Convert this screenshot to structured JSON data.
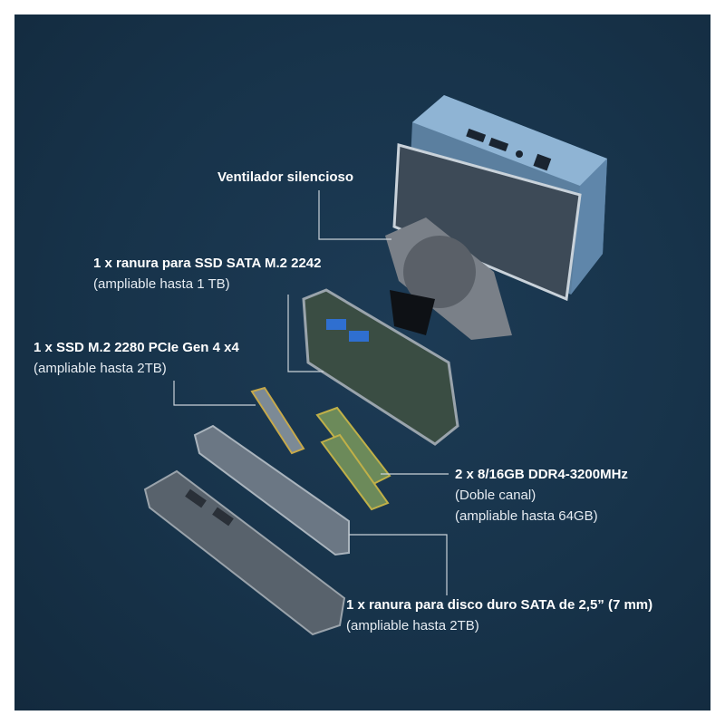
{
  "colors": {
    "background": "#17334a",
    "case": "#7fa6c8",
    "text": "#ffffff"
  },
  "callouts": [
    {
      "title": "Ventilador silencioso",
      "notes": []
    },
    {
      "title": "1 x ranura para SSD SATA M.2 2242",
      "notes": [
        "(ampliable hasta 1 TB)"
      ]
    },
    {
      "title": "1 x SSD M.2 2280 PCIe Gen 4 x4",
      "notes": [
        "(ampliable hasta 2TB)"
      ]
    },
    {
      "title": "2 x 8/16GB DDR4-3200MHz",
      "notes": [
        "(Doble canal)",
        "(ampliable hasta 64GB)"
      ]
    },
    {
      "title": "1 x ranura para disco duro SATA de 2,5” (7 mm)",
      "notes": [
        "(ampliable hasta 2TB)"
      ]
    }
  ]
}
